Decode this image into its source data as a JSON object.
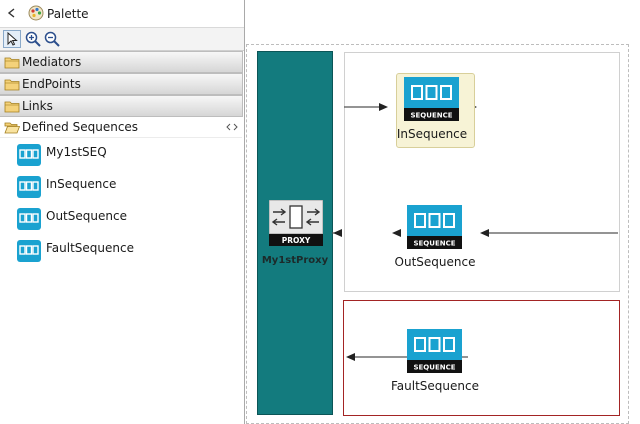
{
  "palette": {
    "title": "Palette",
    "drawers": [
      {
        "label": "Mediators"
      },
      {
        "label": "EndPoints"
      },
      {
        "label": "Links"
      },
      {
        "label": "Defined Sequences"
      }
    ],
    "sequences": [
      {
        "label": "My1stSEQ"
      },
      {
        "label": "InSequence"
      },
      {
        "label": "OutSequence"
      },
      {
        "label": "FaultSequence"
      }
    ]
  },
  "diagram": {
    "proxy": {
      "icon_text": "PROXY",
      "name": "My1stProxy"
    },
    "in_sequence": {
      "icon_text": "SEQUENCE",
      "name": "InSequence"
    },
    "out_sequence": {
      "icon_text": "SEQUENCE",
      "name": "OutSequence"
    },
    "fault_sequence": {
      "icon_text": "SEQUENCE",
      "name": "FaultSequence"
    }
  },
  "colors": {
    "proxy_bar": "#137b7e",
    "fault_border": "#a32424",
    "sequence_icon": "#1aa2d0"
  }
}
